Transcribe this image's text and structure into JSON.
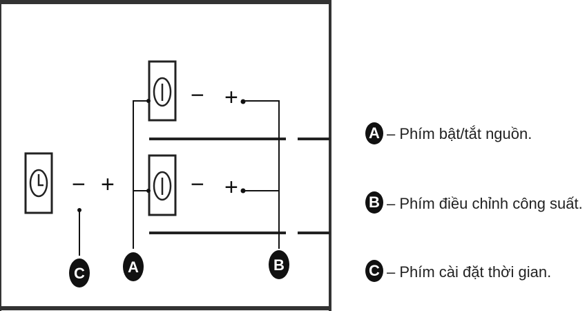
{
  "diagram": {
    "timer_panel": {
      "icon": "clock-icon",
      "minus": "−",
      "plus": "+",
      "marker": "C"
    },
    "zone_1": {
      "icon": "power-icon",
      "minus": "−",
      "plus": "+"
    },
    "zone_2": {
      "icon": "power-icon",
      "minus": "−",
      "plus": "+"
    },
    "markers": {
      "a": "A",
      "b": "B",
      "c": "C"
    }
  },
  "legend": [
    {
      "marker": "A",
      "text": "– Phím bật/tắt nguồn."
    },
    {
      "marker": "B",
      "text": "– Phím điều chỉnh công suất."
    },
    {
      "marker": "C",
      "text": "– Phím cài đặt thời gian."
    }
  ]
}
